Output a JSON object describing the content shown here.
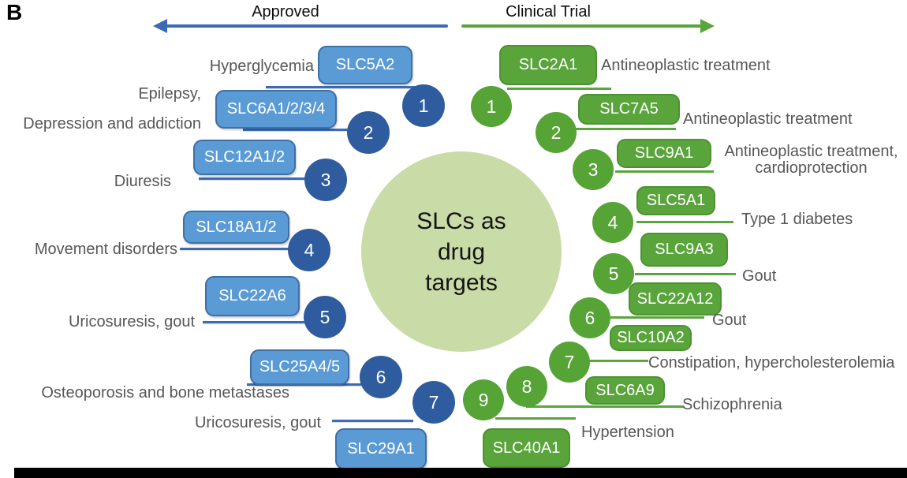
{
  "figure": {
    "panel_label": "B",
    "header": {
      "approved": "Approved",
      "clinical_trial": "Clinical Trial"
    },
    "center_title": "SLCs as\ndrug\ntargets",
    "colors": {
      "approved_box_fill": "#5b9bd5",
      "approved_circle_fill": "#2e5c9e",
      "approved_arrow": "#3a6bb5",
      "clinical_green": "#5aa43c",
      "center_circle_fill": "#c9dba6",
      "indication_text": "#575757",
      "bottom_bar": "#000000"
    },
    "approved": {
      "items": [
        {
          "num": "1",
          "gene": "SLC5A2",
          "indication": "Hyperglycemia"
        },
        {
          "num": "2",
          "gene": "SLC6A1/2/3/4",
          "indication": "Epilepsy,\nDepression and addiction"
        },
        {
          "num": "3",
          "gene": "SLC12A1/2",
          "indication": "Diuresis"
        },
        {
          "num": "4",
          "gene": "SLC18A1/2",
          "indication": "Movement disorders"
        },
        {
          "num": "5",
          "gene": "SLC22A6",
          "indication": "Uricosuresis, gout"
        },
        {
          "num": "6",
          "gene": "SLC25A4/5",
          "indication": "Osteoporosis and bone metastases"
        },
        {
          "num": "7",
          "gene": "SLC29A1",
          "indication": "Uricosuresis, gout"
        }
      ]
    },
    "clinical": {
      "items": [
        {
          "num": "1",
          "gene": "SLC2A1",
          "indication": "Antineoplastic treatment"
        },
        {
          "num": "2",
          "gene": "SLC7A5",
          "indication": "Antineoplastic treatment"
        },
        {
          "num": "3",
          "gene": "SLC9A1",
          "indication": "Antineoplastic treatment,\ncardioprotection"
        },
        {
          "num": "4",
          "gene": "SLC5A1",
          "indication": "Type 1 diabetes"
        },
        {
          "num": "5",
          "gene": "SLC9A3",
          "indication": "Gout"
        },
        {
          "num": "6",
          "gene": "SLC22A12",
          "indication": "Gout"
        },
        {
          "num": "7",
          "gene": "SLC10A2",
          "indication": "Constipation, hypercholesterolemia"
        },
        {
          "num": "8",
          "gene": "SLC6A9",
          "indication": "Schizophrenia"
        },
        {
          "num": "9",
          "gene": "SLC40A1",
          "indication": "Hypertension"
        }
      ]
    }
  }
}
